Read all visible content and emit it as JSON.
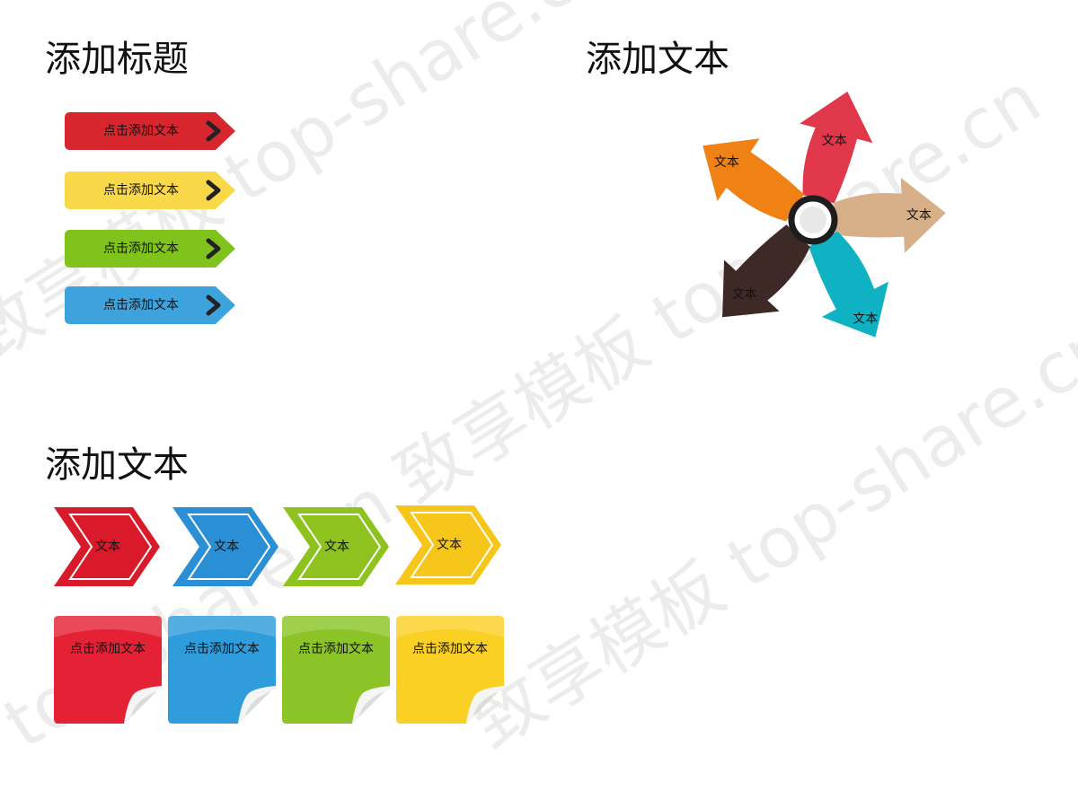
{
  "slide": {
    "title_main": "添加标题",
    "title_right": "添加文本",
    "title_bottom": "添加文本"
  },
  "tags": [
    {
      "label": "点击添加文本",
      "color": "#d7262d"
    },
    {
      "label": "点击添加文本",
      "color": "#f9d84a"
    },
    {
      "label": "点击添加文本",
      "color": "#7fc31c"
    },
    {
      "label": "点击添加文本",
      "color": "#3ea3dc"
    }
  ],
  "chevrons": [
    {
      "label": "文本",
      "color": "#d91a2a"
    },
    {
      "label": "文本",
      "color": "#2a8fd4"
    },
    {
      "label": "文本",
      "color": "#8dc21f"
    },
    {
      "label": "文本",
      "color": "#f6c61a"
    }
  ],
  "notes": [
    {
      "label": "点击添加文本",
      "color": "#e52235"
    },
    {
      "label": "点击添加文本",
      "color": "#2f9ddb"
    },
    {
      "label": "点击添加文本",
      "color": "#8cc427"
    },
    {
      "label": "点击添加文本",
      "color": "#fbd025"
    }
  ],
  "pinwheel": {
    "arrows": [
      {
        "label": "文本",
        "color": "#e0384a"
      },
      {
        "label": "文本",
        "color": "#d7b08a"
      },
      {
        "label": "文本",
        "color": "#0fb2c2"
      },
      {
        "label": "文本",
        "color": "#3d2a26"
      },
      {
        "label": "文本",
        "color": "#f08114"
      }
    ]
  },
  "watermark": {
    "lines": [
      "致享模板 top-share.cn 致享模板",
      "top-share.cn 致享模板 top-share.cn",
      "致享模板 top-share.cn 致享模板"
    ]
  }
}
